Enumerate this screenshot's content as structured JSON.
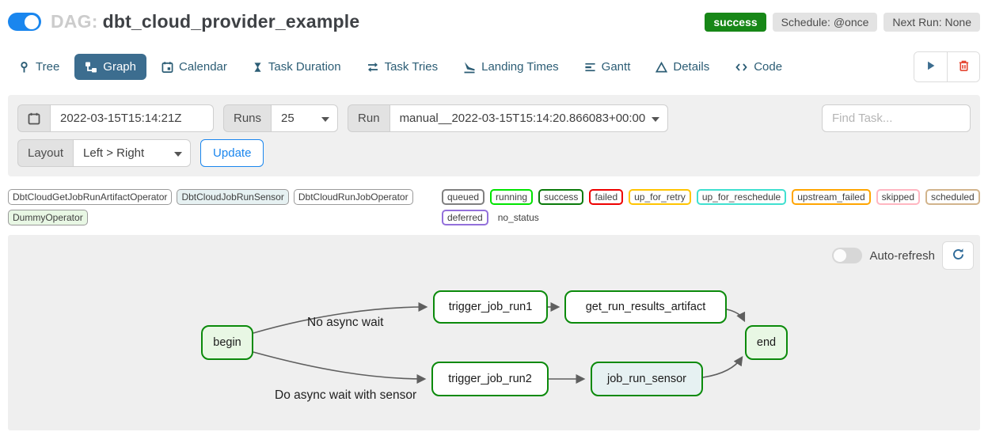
{
  "header": {
    "dag_prefix": "DAG:",
    "dag_title": "dbt_cloud_provider_example",
    "status_badge": "success",
    "schedule_badge": "Schedule: @once",
    "next_run_badge": "Next Run: None"
  },
  "tabs": [
    {
      "label": "Tree",
      "icon": "pin-icon",
      "active": false
    },
    {
      "label": "Graph",
      "icon": "graph-icon",
      "active": true
    },
    {
      "label": "Calendar",
      "icon": "calendar-icon",
      "active": false
    },
    {
      "label": "Task Duration",
      "icon": "hourglass-icon",
      "active": false
    },
    {
      "label": "Task Tries",
      "icon": "repeat-icon",
      "active": false
    },
    {
      "label": "Landing Times",
      "icon": "plane-landing-icon",
      "active": false
    },
    {
      "label": "Gantt",
      "icon": "gantt-icon",
      "active": false
    },
    {
      "label": "Details",
      "icon": "triangle-icon",
      "active": false
    },
    {
      "label": "Code",
      "icon": "code-icon",
      "active": false
    }
  ],
  "filters": {
    "base_date_value": "2022-03-15T15:14:21Z",
    "runs_label": "Runs",
    "runs_value": "25",
    "run_label": "Run",
    "run_value": "manual__2022-03-15T15:14:20.866083+00:00",
    "find_task_placeholder": "Find Task...",
    "layout_label": "Layout",
    "layout_value": "Left > Right",
    "update_label": "Update"
  },
  "legend": {
    "operators": [
      {
        "label": "DbtCloudGetJobRunArtifactOperator",
        "fill": "#ffffff"
      },
      {
        "label": "DbtCloudJobRunSensor",
        "fill": "#e6f1f2"
      },
      {
        "label": "DbtCloudRunJobOperator",
        "fill": "#ffffff"
      },
      {
        "label": "DummyOperator",
        "fill": "#e8f7e4"
      }
    ],
    "states": [
      {
        "label": "queued",
        "color": "#808080"
      },
      {
        "label": "running",
        "color": "#00e400"
      },
      {
        "label": "success",
        "color": "#0a7a0a"
      },
      {
        "label": "failed",
        "color": "#ee0000"
      },
      {
        "label": "up_for_retry",
        "color": "#ffc400"
      },
      {
        "label": "up_for_reschedule",
        "color": "#40e0d0"
      },
      {
        "label": "upstream_failed",
        "color": "#ffa500"
      },
      {
        "label": "skipped",
        "color": "#ffb6c1"
      },
      {
        "label": "scheduled",
        "color": "#d2b48c"
      },
      {
        "label": "deferred",
        "color": "#9370db"
      },
      {
        "label": "no_status",
        "color": "none"
      }
    ]
  },
  "graph": {
    "auto_refresh_label": "Auto-refresh",
    "auto_refresh_on": false,
    "node_border_color": "#0b8a0b",
    "nodes": [
      {
        "id": "begin",
        "label": "begin",
        "operator": "DummyOperator",
        "state": "success"
      },
      {
        "id": "trigger_job_run1",
        "label": "trigger_job_run1",
        "operator": "DbtCloudRunJobOperator",
        "state": "success"
      },
      {
        "id": "get_run_results_artifact",
        "label": "get_run_results_artifact",
        "operator": "DbtCloudGetJobRunArtifactOperator",
        "state": "success"
      },
      {
        "id": "trigger_job_run2",
        "label": "trigger_job_run2",
        "operator": "DbtCloudRunJobOperator",
        "state": "success"
      },
      {
        "id": "job_run_sensor",
        "label": "job_run_sensor",
        "operator": "DbtCloudJobRunSensor",
        "state": "success"
      },
      {
        "id": "end",
        "label": "end",
        "operator": "DummyOperator",
        "state": "success"
      }
    ],
    "edges": [
      {
        "from": "begin",
        "to": "trigger_job_run1",
        "label": "No async wait"
      },
      {
        "from": "begin",
        "to": "trigger_job_run2",
        "label": "Do async wait with sensor"
      },
      {
        "from": "trigger_job_run1",
        "to": "get_run_results_artifact",
        "label": ""
      },
      {
        "from": "get_run_results_artifact",
        "to": "end",
        "label": ""
      },
      {
        "from": "trigger_job_run2",
        "to": "job_run_sensor",
        "label": ""
      },
      {
        "from": "job_run_sensor",
        "to": "end",
        "label": ""
      }
    ]
  },
  "colors": {
    "accent_blue": "#1a86ee",
    "tab_active_bg": "#3c6d8f",
    "tab_text": "#2c5d75",
    "success_badge_bg": "#178717",
    "delete_red": "#e4432e",
    "panel_gray": "#efefef"
  }
}
